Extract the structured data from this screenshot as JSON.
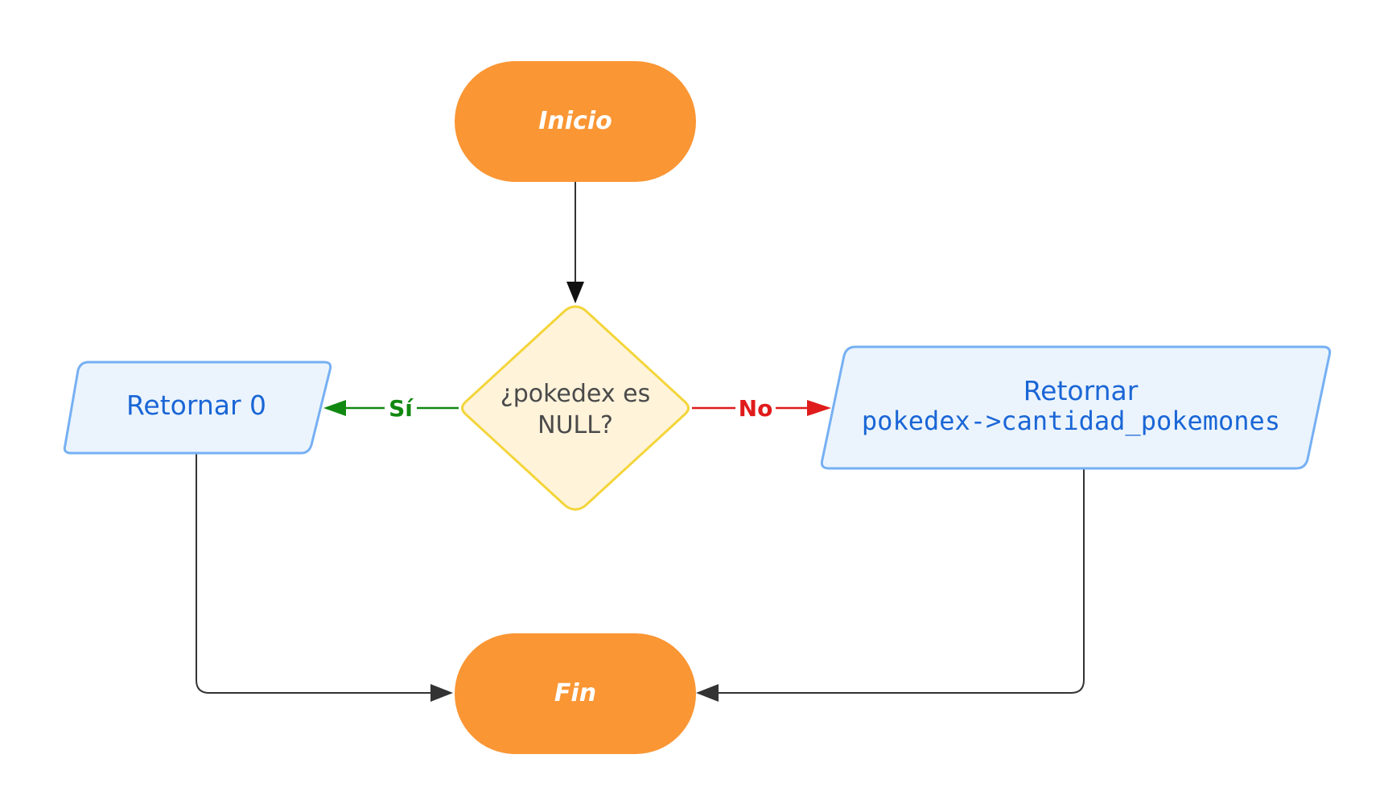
{
  "colors": {
    "terminal_fill": "#FA9634",
    "terminal_text": "#FFFFFF",
    "decision_fill": "#FFF3DA",
    "decision_stroke": "#F4D53A",
    "decision_text": "#4A4A4A",
    "io_fill": "#EBF4FD",
    "io_stroke": "#76B0F3",
    "io_text": "#1A66D6",
    "connector": "#333333",
    "yes_branch": "#118811",
    "no_branch": "#E01B1B"
  },
  "nodes": {
    "start": {
      "label": "Inicio",
      "shape": "terminal"
    },
    "decision": {
      "line1": "¿pokedex es",
      "line2": "NULL?",
      "shape": "decision"
    },
    "return_zero": {
      "label": "Retornar 0",
      "shape": "parallelogram"
    },
    "return_count": {
      "line1": "Retornar",
      "line2": "pokedex->cantidad_pokemones",
      "shape": "parallelogram"
    },
    "end": {
      "label": "Fin",
      "shape": "terminal"
    }
  },
  "edges": {
    "yes_label": "Sí",
    "no_label": "No"
  }
}
